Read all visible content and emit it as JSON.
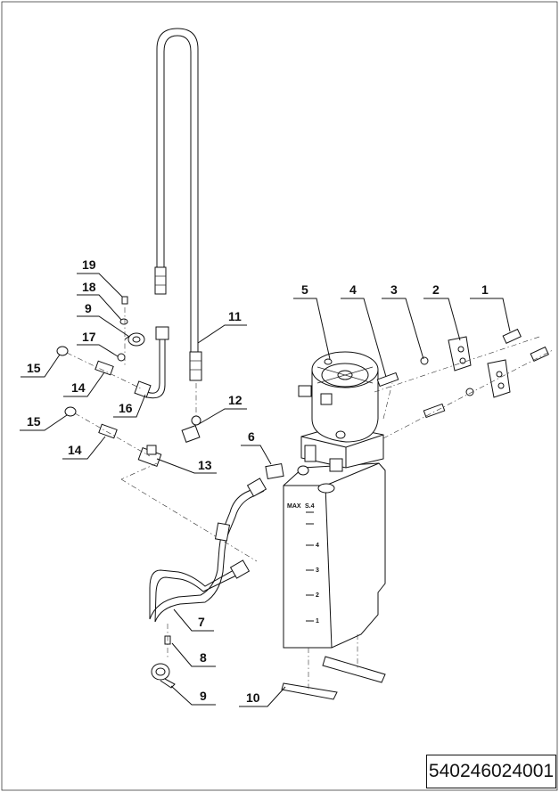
{
  "callouts": [
    "1",
    "2",
    "3",
    "4",
    "5",
    "6",
    "7",
    "8",
    "9",
    "10",
    "11",
    "12",
    "13",
    "14",
    "15",
    "16",
    "17",
    "18",
    "19"
  ],
  "tank_scale": [
    "4",
    "3",
    "2",
    "1"
  ],
  "tank_marks": {
    "top": "S.4",
    "max": "MAX"
  },
  "drawing_number": "540246024001"
}
